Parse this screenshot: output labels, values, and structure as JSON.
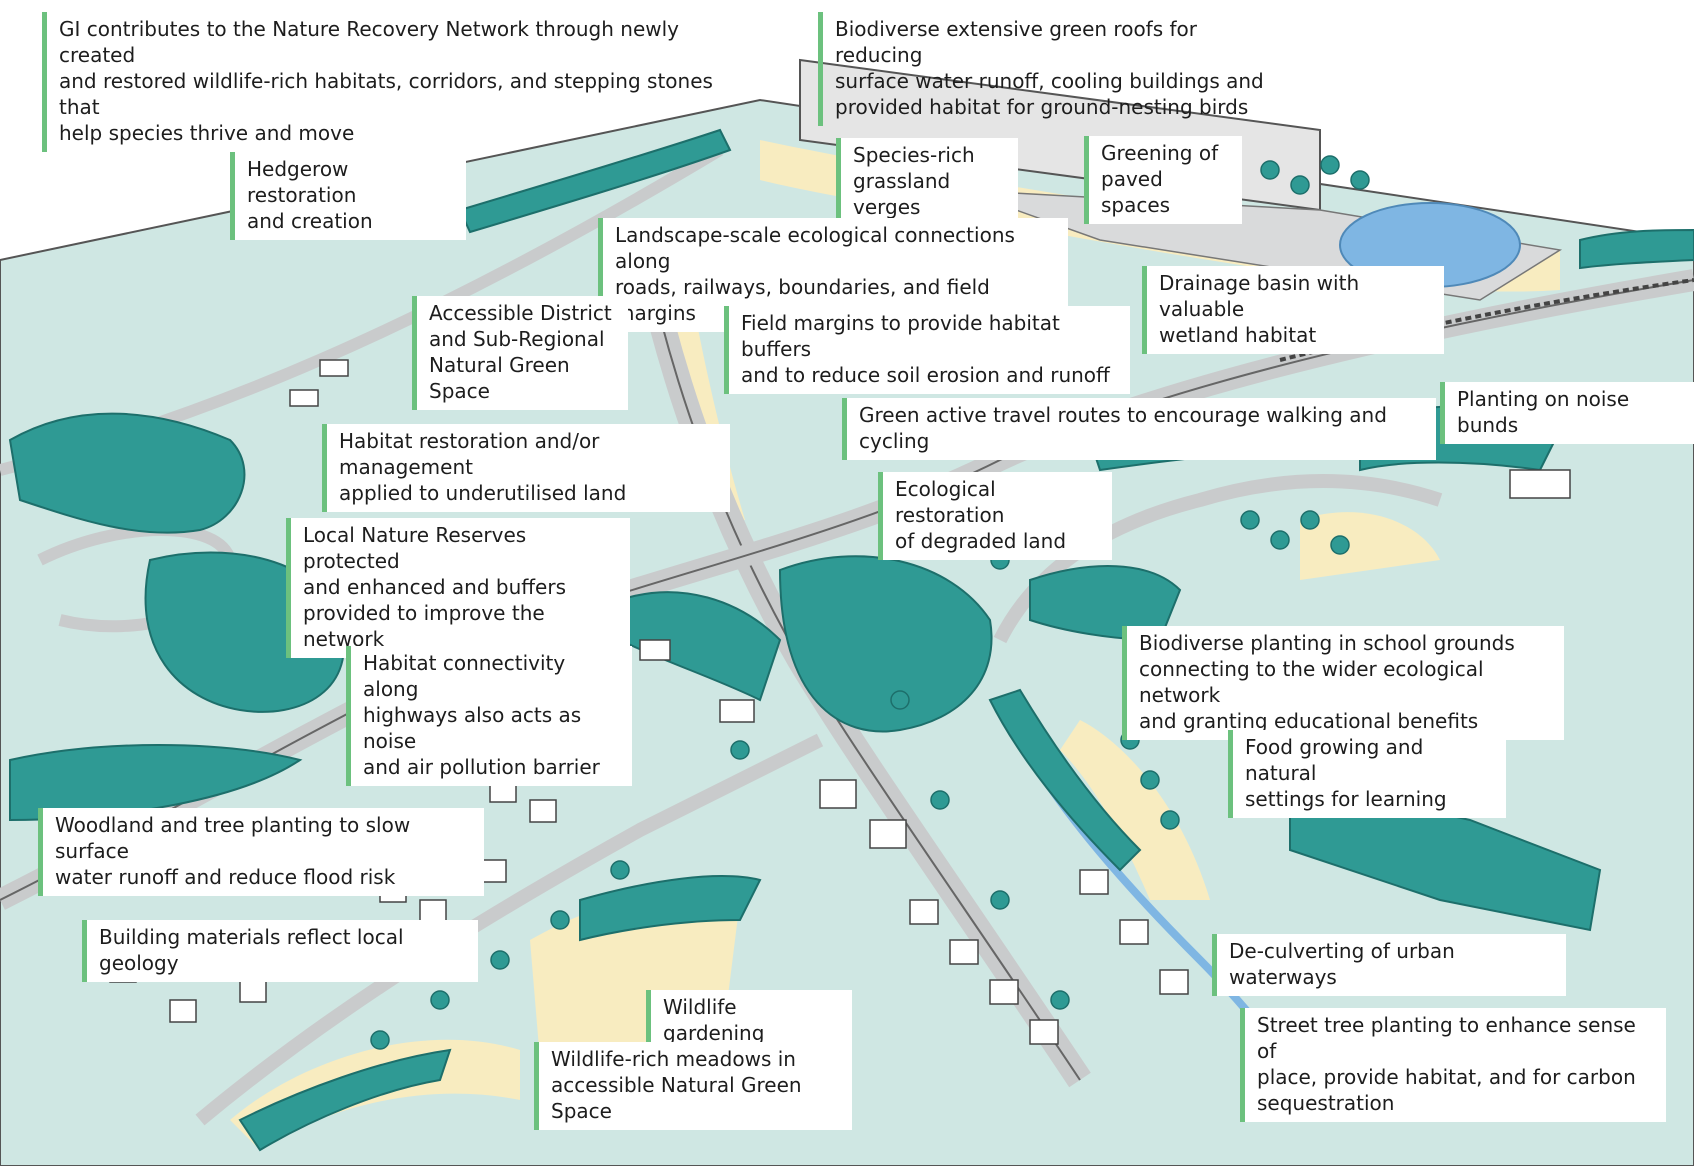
{
  "colors": {
    "ground": "#cfe7e3",
    "vegetation": "#2f9a94",
    "vegetation_dark": "#1d6f6b",
    "meadow": "#f8ecc0",
    "road": "#c9cbcc",
    "building": "#ffffff",
    "water": "#7fb6e3",
    "label_accent": "#6cc17e",
    "text": "#1d1d1d"
  },
  "labels": {
    "nature_network": "GI contributes to the Nature Recovery Network through newly created\nand restored wildlife-rich habitats, corridors, and stepping stones that\nhelp species thrive and move",
    "green_roofs": "Biodiverse extensive green roofs for reducing\nsurface water runoff, cooling buildings and\nprovided habitat for ground-nesting birds",
    "hedgerow": "Hedgerow restoration\nand creation",
    "grassland_verges": "Species-rich\ngrassland verges",
    "paved_spaces": "Greening of\npaved spaces",
    "landscape_connections": "Landscape-scale ecological connections along\nroads, railways, boundaries, and field margins",
    "drainage_basin": "Drainage basin with valuable\nwetland habitat",
    "accessible_space": "Accessible District\nand Sub-Regional\nNatural Green Space",
    "field_margins": "Field margins to provide habitat buffers\nand to reduce soil erosion and runoff",
    "noise_bunds": "Planting on noise bunds",
    "active_travel": "Green active travel routes to encourage walking and cycling",
    "habitat_restoration": "Habitat restoration and/or management\napplied to underutilised land",
    "ecological_restoration": "Ecological restoration\nof degraded land",
    "nature_reserves": "Local Nature Reserves protected\nand enhanced and buffers\nprovided to improve the network",
    "school_grounds": "Biodiverse planting in school grounds\nconnecting to the wider ecological network\nand granting educational benefits",
    "highway_connectivity": "Habitat connectivity along\nhighways also acts as noise\nand air pollution barrier",
    "food_growing": "Food growing and natural\nsettings for learning",
    "woodland_planting": "Woodland and tree planting to slow surface\nwater runoff and reduce flood risk",
    "building_materials": "Building materials reflect local geology",
    "de_culverting": "De-culverting of urban waterways",
    "wildlife_gardening": "Wildlife gardening",
    "street_trees": "Street tree planting to enhance sense of\nplace, provide habitat, and for carbon\nsequestration",
    "meadows": "Wildlife-rich meadows in\naccessible Natural Green Space"
  }
}
